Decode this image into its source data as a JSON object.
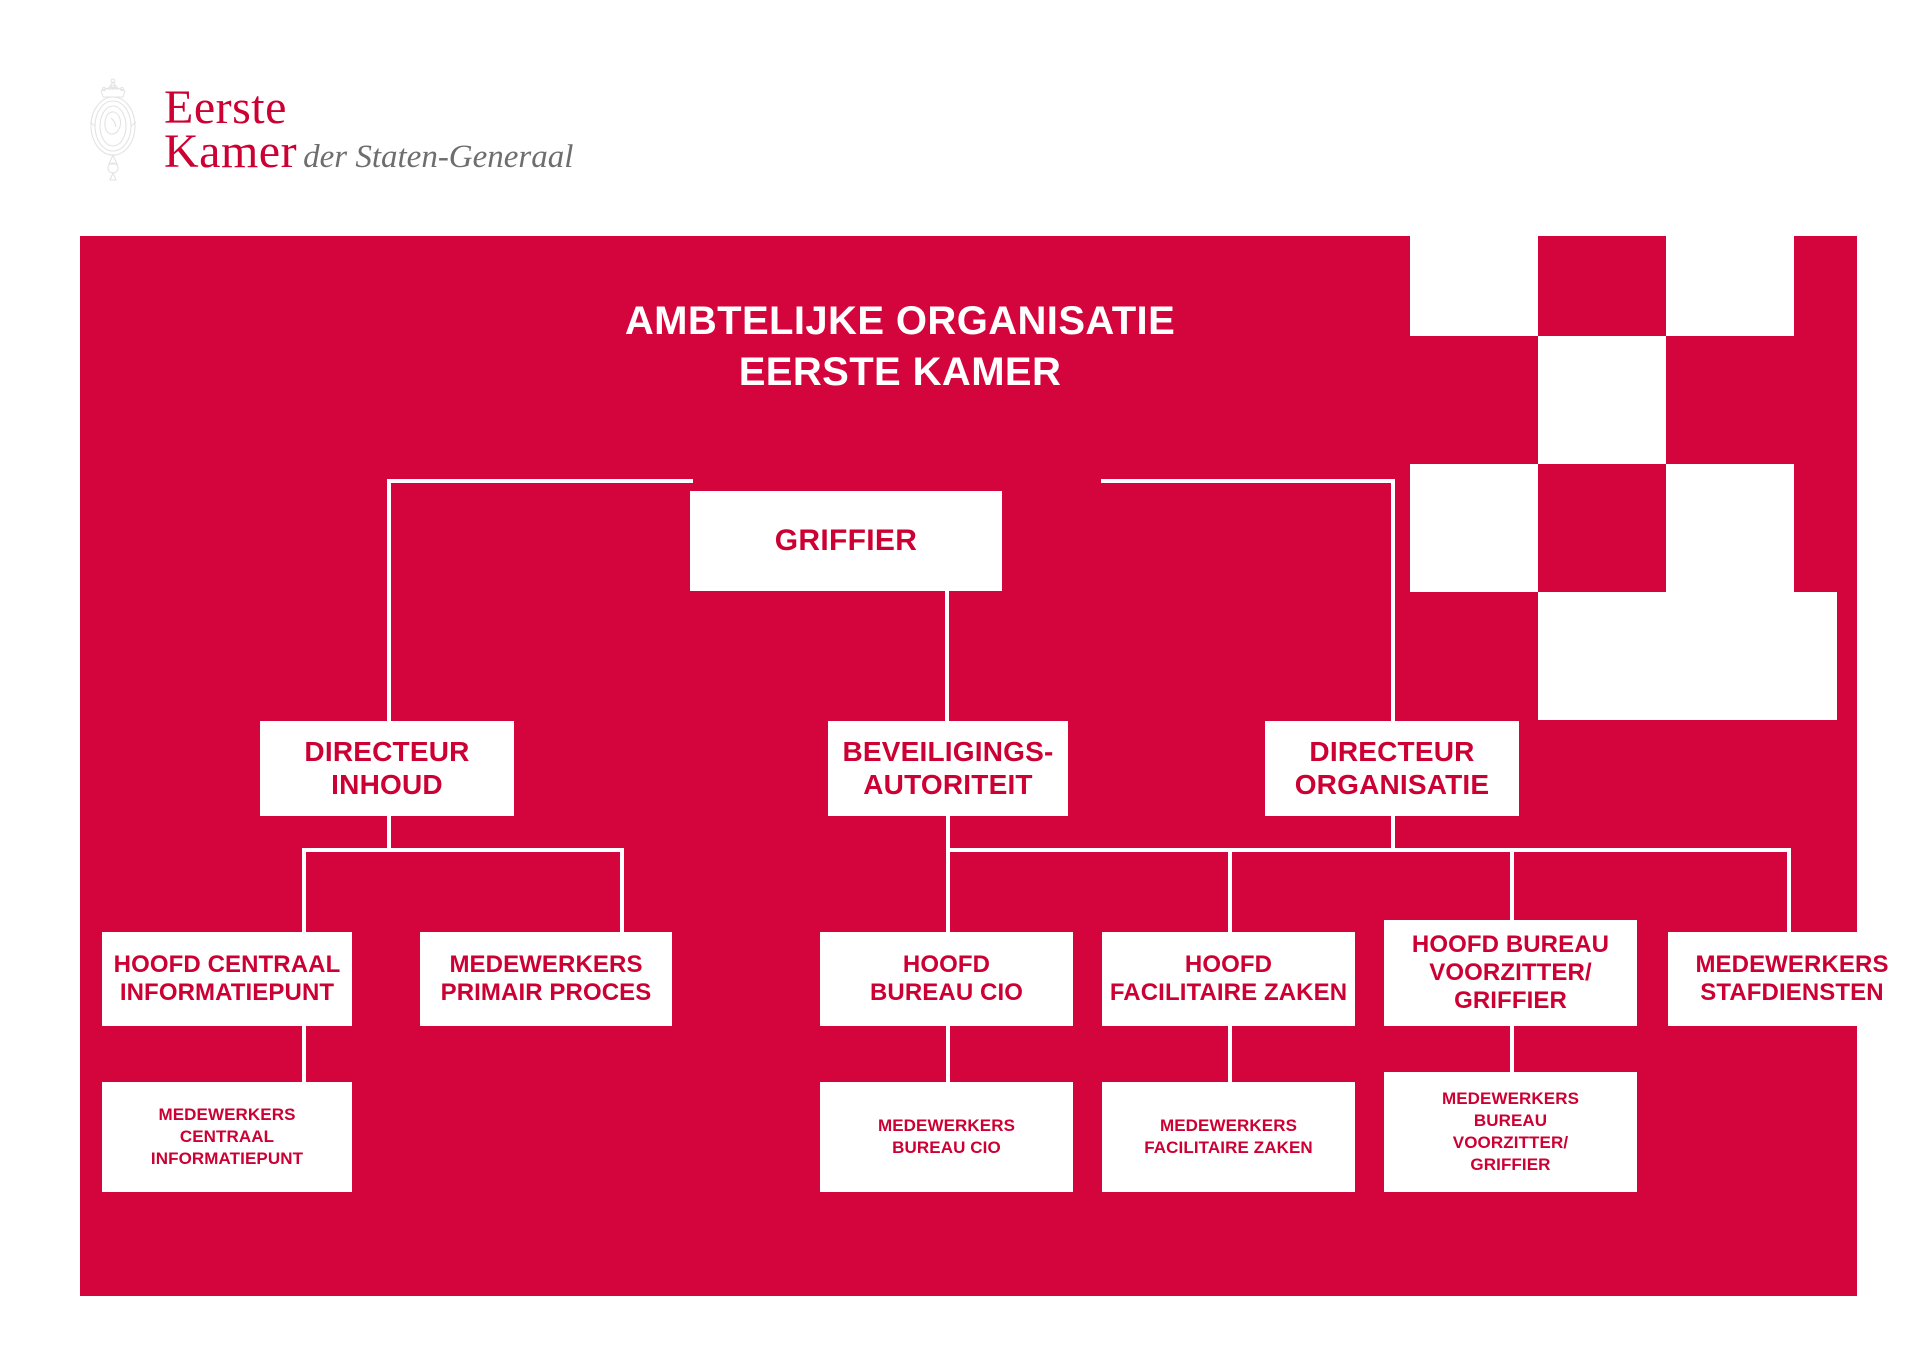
{
  "brand": {
    "crest_icon": "royal-crest-icon",
    "line1": "Eerste",
    "line2": "Kamer",
    "subtitle": "der Staten-Generaal",
    "red": "#cc0033",
    "panel_red": "#d3053c",
    "grey": "#6e6e6e"
  },
  "title": {
    "line1": "AMBTELIJKE ORGANISATIE",
    "line2": "EERSTE KAMER"
  },
  "chart_data": {
    "type": "diagram",
    "title": "AMBTELIJKE ORGANISATIE EERSTE KAMER",
    "orientation": "top-down",
    "levels": 4,
    "nodes": [
      {
        "id": "griffier",
        "label": "GRIFFIER",
        "level": 0,
        "parent": null
      },
      {
        "id": "dir-inhoud",
        "label": "DIRECTEUR\nINHOUD",
        "level": 1,
        "parent": "griffier"
      },
      {
        "id": "beveiliging",
        "label": "BEVEILIGINGS-\nAUTORITEIT",
        "level": 1,
        "parent": "griffier"
      },
      {
        "id": "dir-organisatie",
        "label": "DIRECTEUR\nORGANISATIE",
        "level": 1,
        "parent": "griffier"
      },
      {
        "id": "hoofd-cip",
        "label": "HOOFD CENTRAAL\nINFORMATIEPUNT",
        "level": 2,
        "parent": "dir-inhoud"
      },
      {
        "id": "mw-primair",
        "label": "MEDEWERKERS\nPRIMAIR PROCES",
        "level": 2,
        "parent": "dir-inhoud"
      },
      {
        "id": "hoofd-cio",
        "label": "HOOFD\nBUREAU CIO",
        "level": 2,
        "parent": "dir-organisatie"
      },
      {
        "id": "hoofd-fz",
        "label": "HOOFD\nFACILITAIRE ZAKEN",
        "level": 2,
        "parent": "dir-organisatie"
      },
      {
        "id": "hoofd-bvg",
        "label": "HOOFD BUREAU\nVOORZITTER/\nGRIFFIER",
        "level": 2,
        "parent": "dir-organisatie"
      },
      {
        "id": "mw-staf",
        "label": "MEDEWERKERS\nSTAFDIENSTEN",
        "level": 2,
        "parent": "dir-organisatie"
      },
      {
        "id": "mw-cip",
        "label": "MEDEWERKERS\nCENTRAAL\nINFORMATIEPUNT",
        "level": 3,
        "parent": "hoofd-cip"
      },
      {
        "id": "mw-cio",
        "label": "MEDEWERKERS\nBUREAU CIO",
        "level": 3,
        "parent": "hoofd-cio"
      },
      {
        "id": "mw-fz",
        "label": "MEDEWERKERS\nFACILITAIRE ZAKEN",
        "level": 3,
        "parent": "hoofd-fz"
      },
      {
        "id": "mw-bvg",
        "label": "MEDEWERKERS\nBUREAU\nVOORZITTER/\nGRIFFIER",
        "level": 3,
        "parent": "hoofd-bvg"
      }
    ]
  },
  "nodes": {
    "griffier": "GRIFFIER",
    "dir_inhoud": "DIRECTEUR\nINHOUD",
    "beveiliging": "BEVEILIGINGS-\nAUTORITEIT",
    "dir_organisatie": "DIRECTEUR\nORGANISATIE",
    "hoofd_cip": "HOOFD CENTRAAL\nINFORMATIEPUNT",
    "mw_primair": "MEDEWERKERS\nPRIMAIR PROCES",
    "hoofd_cio": "HOOFD\nBUREAU CIO",
    "hoofd_fz": "HOOFD\nFACILITAIRE ZAKEN",
    "hoofd_bvg": "HOOFD BUREAU\nVOORZITTER/\nGRIFFIER",
    "mw_staf": "MEDEWERKERS\nSTAFDIENSTEN",
    "mw_cip": "MEDEWERKERS\nCENTRAAL\nINFORMATIEPUNT",
    "mw_cio": "MEDEWERKERS\nBUREAU CIO",
    "mw_fz": "MEDEWERKERS\nFACILITAIRE ZAKEN",
    "mw_bvg": "MEDEWERKERS\nBUREAU\nVOORZITTER/\nGRIFFIER"
  }
}
